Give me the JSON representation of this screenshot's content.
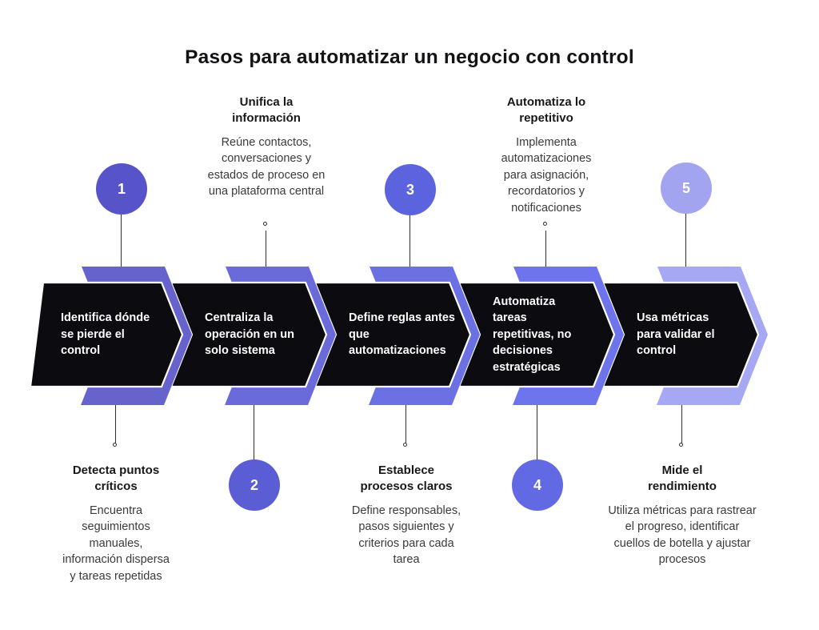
{
  "title": "Pasos para automatizar un negocio con control",
  "colors": {
    "arrow_fill": "#0c0b10",
    "arrow_outline": "#ffffff",
    "connector": "#2e2e2e",
    "background": "#ffffff"
  },
  "steps": [
    {
      "number": "1",
      "arrow_text": "Identifica dónde se pierde el control",
      "heading": "Detecta puntos críticos",
      "body": "Encuentra seguimientos manuales, información dispersa y tareas repetidas",
      "text_position": "bottom",
      "circle_position": "top",
      "circle_color": "#5753c9",
      "chevron_color": "#6763cd"
    },
    {
      "number": "2",
      "arrow_text": "Centraliza la operación en un solo sistema",
      "heading": "Unifica la información",
      "body": "Reúne contactos, conversaciones y estados de proceso en una plataforma central",
      "text_position": "top",
      "circle_position": "bottom",
      "circle_color": "#5a5dd3",
      "chevron_color": "#6a6ada"
    },
    {
      "number": "3",
      "arrow_text": "Define reglas antes que automatizaciones",
      "heading": "Establece procesos claros",
      "body": "Define responsables, pasos siguientes y criterios para cada tarea",
      "text_position": "bottom",
      "circle_position": "top",
      "circle_color": "#5b63de",
      "chevron_color": "#6b70e3"
    },
    {
      "number": "4",
      "arrow_text": "Automatiza tareas repetitivas, no decisiones estratégicas",
      "heading": "Automatiza lo repetitivo",
      "body": "Implementa automatizaciones para asignación, recordatorios y notificaciones",
      "text_position": "top",
      "circle_position": "bottom",
      "circle_color": "#6169e3",
      "chevron_color": "#6e74ec"
    },
    {
      "number": "5",
      "arrow_text": "Usa métricas para validar el control",
      "heading": "Mide el rendimiento",
      "body": "Utiliza métricas para rastrear el progreso, identificar cuellos de botella y ajustar procesos",
      "text_position": "bottom",
      "circle_position": "top",
      "circle_color": "#a3a4f0",
      "chevron_color": "#a6a8f3"
    }
  ]
}
